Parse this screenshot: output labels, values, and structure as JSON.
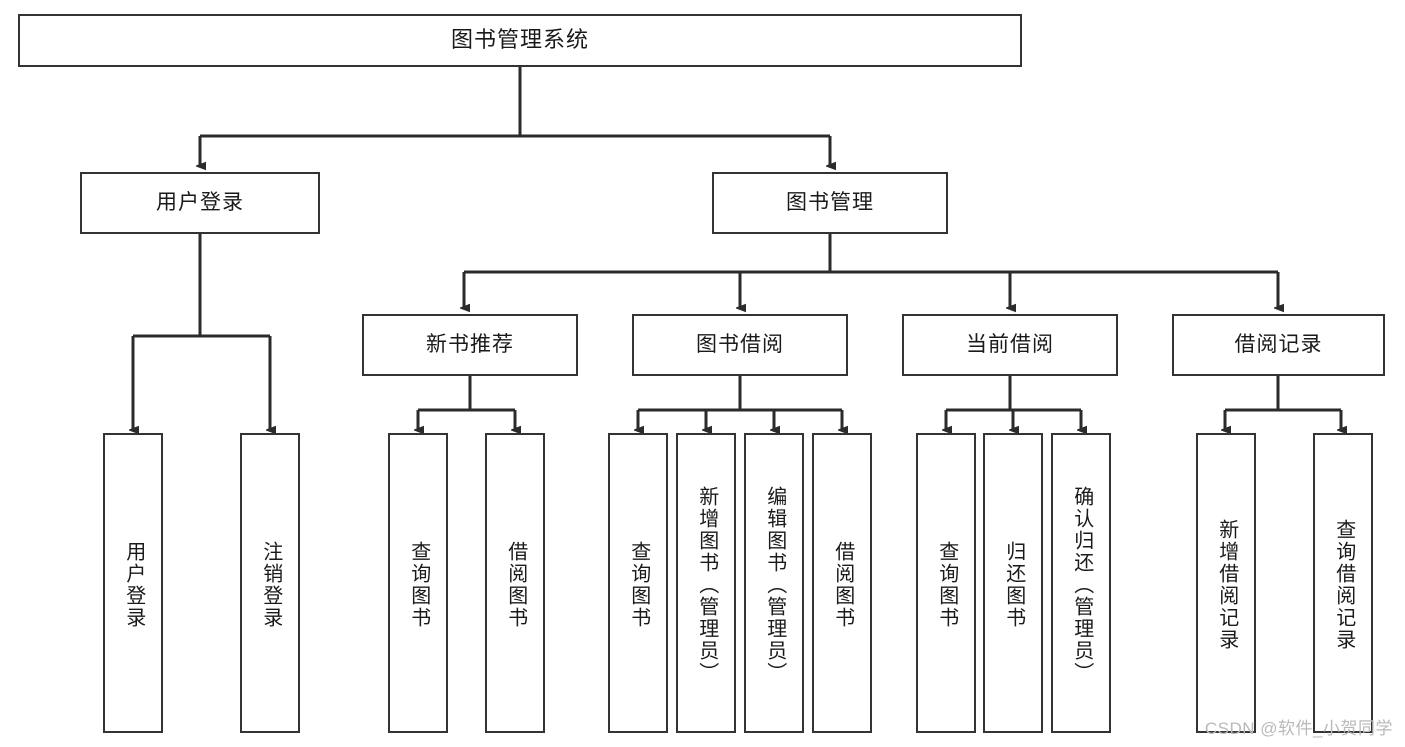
{
  "diagram": {
    "title": "图书管理系统",
    "type": "functional-decomposition-tree",
    "watermark": "CSDN @软件_小贺同学",
    "colors": {
      "box_border": "#333333",
      "box_fill": "#ffffff",
      "edge": "#2b2b2b",
      "text": "#1a1a1a",
      "watermark": "#b9b9b9"
    },
    "root": {
      "label": "图书管理系统"
    },
    "level2": [
      {
        "id": "user-login",
        "label": "用户登录"
      },
      {
        "id": "book-manage",
        "label": "图书管理"
      }
    ],
    "level3": [
      {
        "id": "new-book-rec",
        "label": "新书推荐"
      },
      {
        "id": "book-borrow",
        "label": "图书借阅"
      },
      {
        "id": "current-borrow",
        "label": "当前借阅"
      },
      {
        "id": "borrow-record",
        "label": "借阅记录"
      }
    ],
    "leaves": {
      "user-login": [
        {
          "id": "leaf-user-login",
          "label": "用户登录"
        },
        {
          "id": "leaf-user-logout",
          "label": "注销登录"
        }
      ],
      "new-book-rec": [
        {
          "id": "leaf-query-book-1",
          "label": "查询图书"
        },
        {
          "id": "leaf-borrow-book-1",
          "label": "借阅图书"
        }
      ],
      "book-borrow": [
        {
          "id": "leaf-query-book-2",
          "label": "查询图书"
        },
        {
          "id": "leaf-add-book",
          "label": "新增图书（管理员）"
        },
        {
          "id": "leaf-edit-book",
          "label": "编辑图书（管理员）"
        },
        {
          "id": "leaf-borrow-book-2",
          "label": "借阅图书"
        }
      ],
      "current-borrow": [
        {
          "id": "leaf-query-book-3",
          "label": "查询图书"
        },
        {
          "id": "leaf-return-book",
          "label": "归还图书"
        },
        {
          "id": "leaf-confirm-return",
          "label": "确认归还（管理员）"
        }
      ],
      "borrow-record": [
        {
          "id": "leaf-add-record",
          "label": "新增借阅记录"
        },
        {
          "id": "leaf-query-record",
          "label": "查询借阅记录"
        }
      ]
    }
  }
}
